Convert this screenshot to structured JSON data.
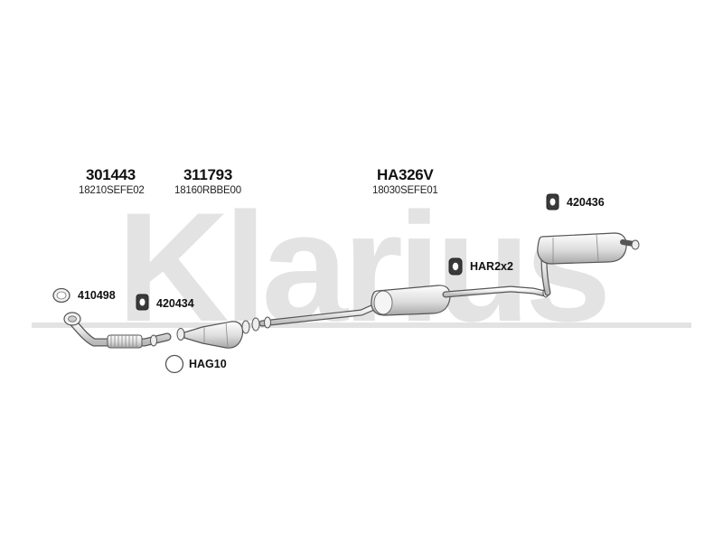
{
  "watermark": {
    "text": "Klarius",
    "color": "#e2e2e2"
  },
  "assemblies": [
    {
      "part_no": "301443",
      "oem_no": "18210SEFE02"
    },
    {
      "part_no": "311793",
      "oem_no": "18160RBBE00"
    },
    {
      "part_no": "HA326V",
      "oem_no": "18030SEFE01"
    }
  ],
  "accessories": {
    "ring_410498": "410498",
    "mount_420434": "420434",
    "ring_hag10": "HAG10",
    "rubber_har2x2": "HAR2x2",
    "mount_420436": "420436"
  },
  "colors": {
    "line": "#555555",
    "pipe_fill": "#f2f2f2",
    "pipe_shade": "#c9c9c9"
  }
}
